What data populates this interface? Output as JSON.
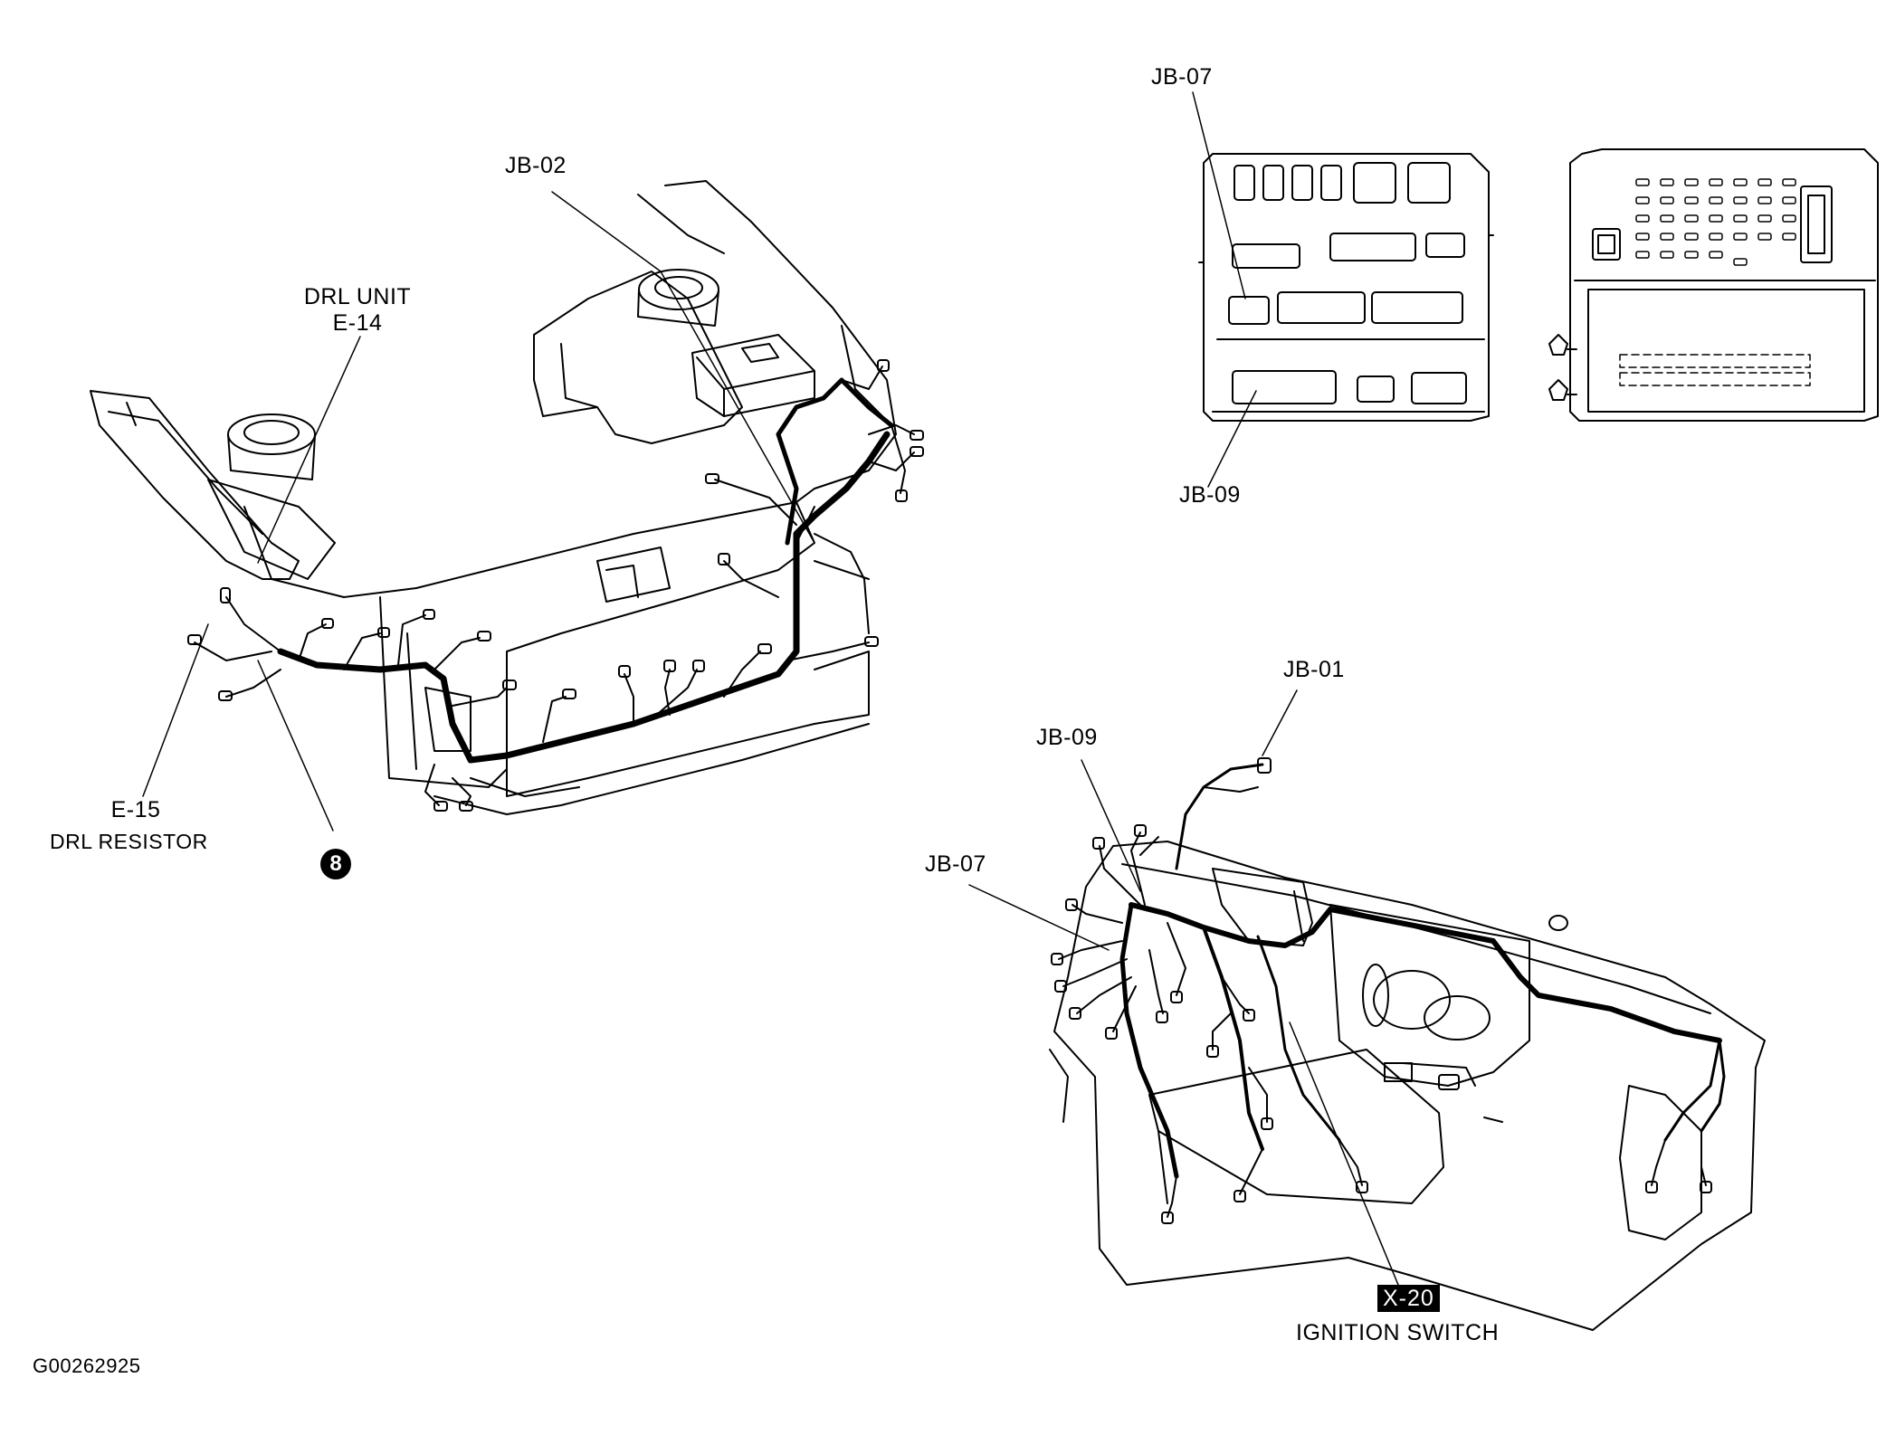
{
  "labels": {
    "jb02_top": "JB-02",
    "drl_unit": "DRL UNIT",
    "e14": "E-14",
    "e15": "E-15",
    "drl_resistor": "DRL RESISTOR",
    "ref_number": "8",
    "jb07_top": "JB-07",
    "jb09_top": "JB-09",
    "jb01": "JB-01",
    "jb09_dash": "JB-09",
    "jb07_dash": "JB-07",
    "x20": "X-20",
    "ignition_switch": "IGNITION SWITCH",
    "figure_id": "G00262925"
  }
}
